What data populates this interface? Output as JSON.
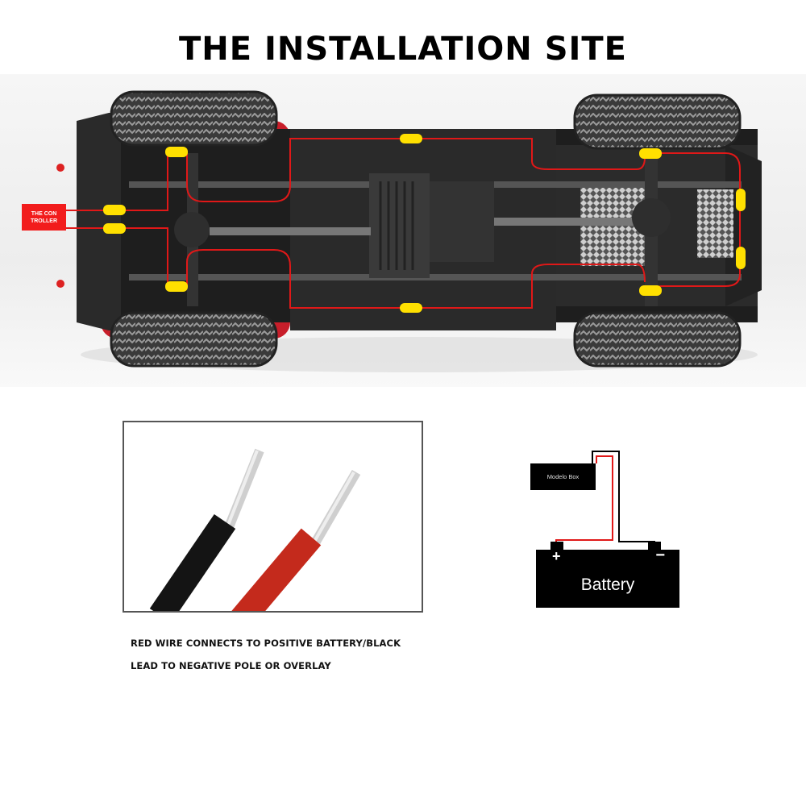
{
  "header": {
    "title": "THE INSTALLATION SITE"
  },
  "car_photo": {
    "description": "RC crawler chassis underside with light wiring route",
    "controller_label_line1": "THE CON",
    "controller_label_line2": "TROLLER",
    "wire_color": "#e01818",
    "light_marker_color": "#ffe000",
    "light_marker_count": 10
  },
  "wire_photo": {
    "wires": [
      {
        "name": "black-wire",
        "color": "#111111"
      },
      {
        "name": "red-wire",
        "color": "#c42a1c"
      }
    ]
  },
  "caption": {
    "line1": "RED WIRE CONNECTS TO POSITIVE BATTERY/BLACK",
    "line2": "LEAD TO NEGATIVE POLE OR OVERLAY"
  },
  "circuit": {
    "module_label": "Modelo Box",
    "battery_label": "Battery",
    "positive_symbol": "+",
    "negative_symbol": "−",
    "positive_wire_color": "#e01818",
    "negative_wire_color": "#000000"
  }
}
